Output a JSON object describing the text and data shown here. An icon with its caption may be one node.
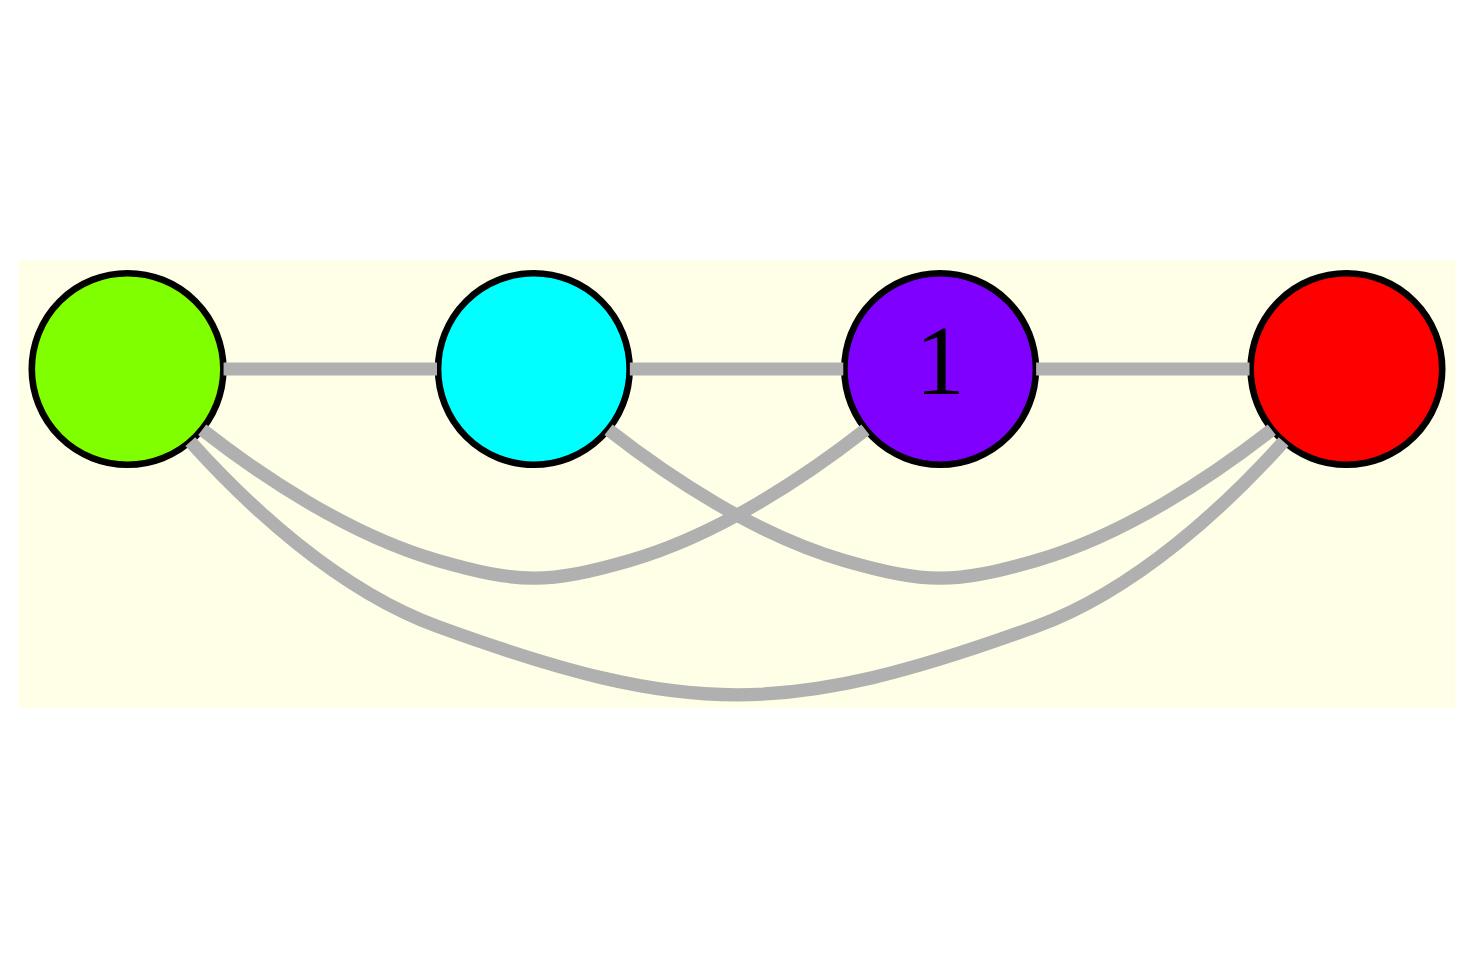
{
  "diagram": {
    "nodes": [
      {
        "text": [],
        "shape": "circle"
      },
      {
        "text": [],
        "shape": "circle"
      },
      {
        "text": [
          "1"
        ]
      },
      {
        "text": [],
        "shape": "circle"
      }
    ],
    "edges": [
      {
        "from": 0,
        "to": 1,
        "arrow": "none"
      },
      {
        "from": 1,
        "to": 2,
        "arrow": "none"
      },
      {
        "from": 2,
        "to": 3,
        "arrow": "none"
      },
      {
        "from": 0,
        "to": 2,
        "arrow": "none"
      },
      {
        "from": 1,
        "to": 3,
        "arrow": "none"
      },
      {
        "from": 0,
        "to": 3,
        "arrow": "none"
      }
    ]
  }
}
